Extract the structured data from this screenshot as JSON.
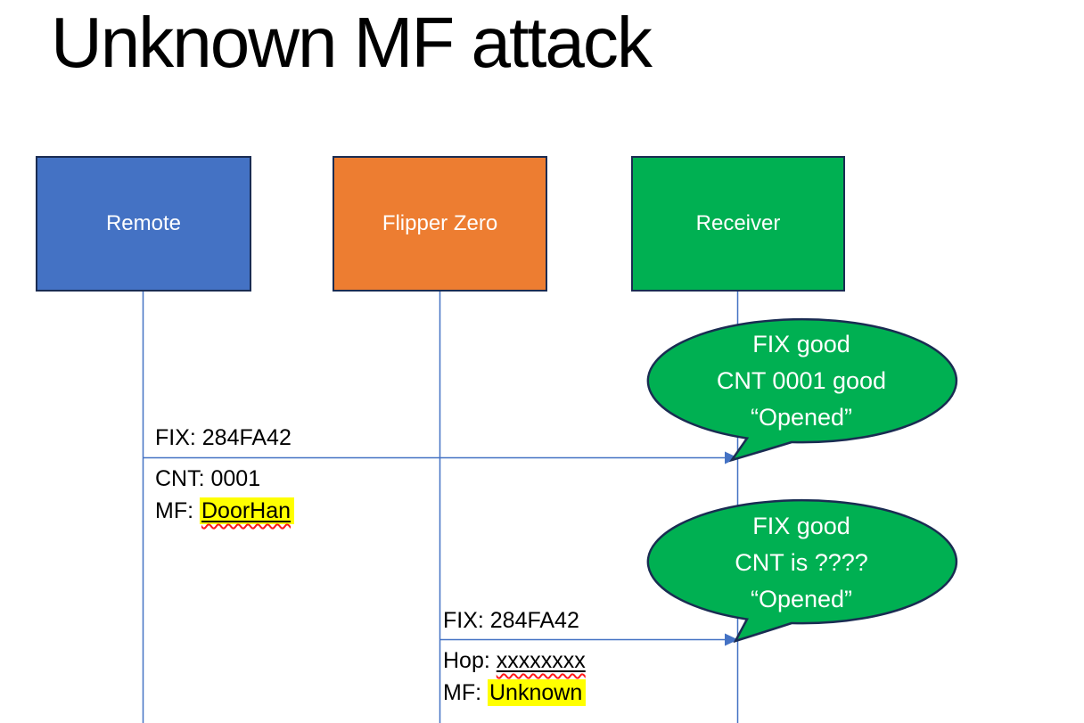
{
  "title": "Unknown MF attack",
  "actors": [
    {
      "label": "Remote"
    },
    {
      "label": "Flipper Zero"
    },
    {
      "label": "Receiver"
    }
  ],
  "messages": [
    {
      "above": "FIX: 284FA42",
      "below": [
        {
          "prefix": "CNT: ",
          "value": "0001"
        },
        {
          "prefix": "MF: ",
          "value": "DoorHan"
        }
      ]
    },
    {
      "above": "FIX: 284FA42",
      "below": [
        {
          "prefix": "Hop: ",
          "value": "xxxxxxxx"
        },
        {
          "prefix": "MF: ",
          "value": "Unknown"
        }
      ]
    }
  ],
  "callouts": [
    {
      "lines": [
        "FIX good",
        "CNT 0001 good",
        "“Opened”"
      ]
    },
    {
      "lines": [
        "FIX good",
        "CNT is ????",
        "“Opened”"
      ]
    }
  ],
  "colors": {
    "blue": "#4472C4",
    "orange": "#ED7D31",
    "green": "#00B052",
    "outline": "#1A2C52",
    "line": "#4472C4",
    "highlight": "#FFFF00",
    "squiggle": "#FF1A1A",
    "title_text": "#000000",
    "body_text": "#000000",
    "shape_text": "#FFFFFF",
    "background": "#FFFFFF"
  }
}
